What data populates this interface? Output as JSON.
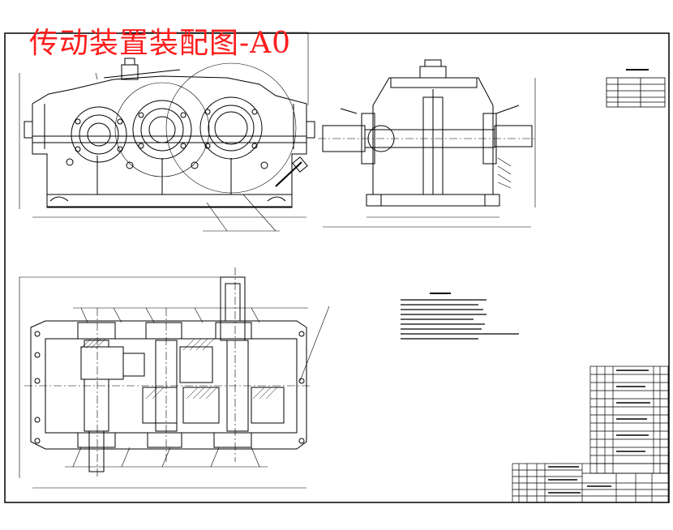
{
  "drawing": {
    "title": "传动装置装配图-A0",
    "title_color": "#ff1d1d",
    "line_color": "#000000",
    "paper_color": "#ffffff",
    "views": [
      "front-view",
      "side-view",
      "top-section-view",
      "technical-requirements",
      "parts-list",
      "title-block"
    ]
  }
}
